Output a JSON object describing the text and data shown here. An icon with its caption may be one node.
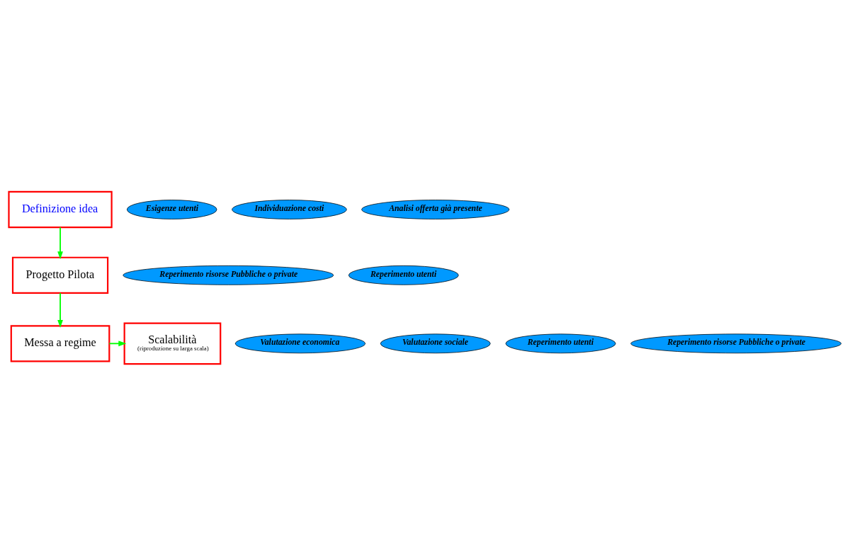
{
  "diagram": {
    "nodes": [
      {
        "text": [
          "Definizione idea"
        ]
      },
      {
        "text": [
          "Progetto Pilota"
        ]
      },
      {
        "text": [
          "Messa a regime"
        ]
      },
      {
        "text": [
          "Scalabilità",
          "(riproduzione su larga scala)"
        ]
      },
      {
        "text": [
          "Esigenze utenti"
        ]
      },
      {
        "text": [
          "Individuazione costi"
        ]
      },
      {
        "text": [
          "Analisi offerta già presente"
        ]
      },
      {
        "text": [
          "Reperimento risorse Pubbliche o private"
        ]
      },
      {
        "text": [
          "Reperimento utenti"
        ]
      },
      {
        "text": [
          "Valutazione economica"
        ]
      },
      {
        "text": [
          "Valutazione sociale"
        ]
      },
      {
        "text": [
          "Reperimento utenti"
        ]
      },
      {
        "text": [
          "Reperimento risorse Pubbliche o private"
        ]
      }
    ],
    "edges": [
      {
        "from": 0,
        "to": 1,
        "arrow": "to"
      },
      {
        "from": 1,
        "to": 2,
        "arrow": "to"
      },
      {
        "from": 2,
        "to": 3,
        "arrow": "to"
      }
    ]
  }
}
